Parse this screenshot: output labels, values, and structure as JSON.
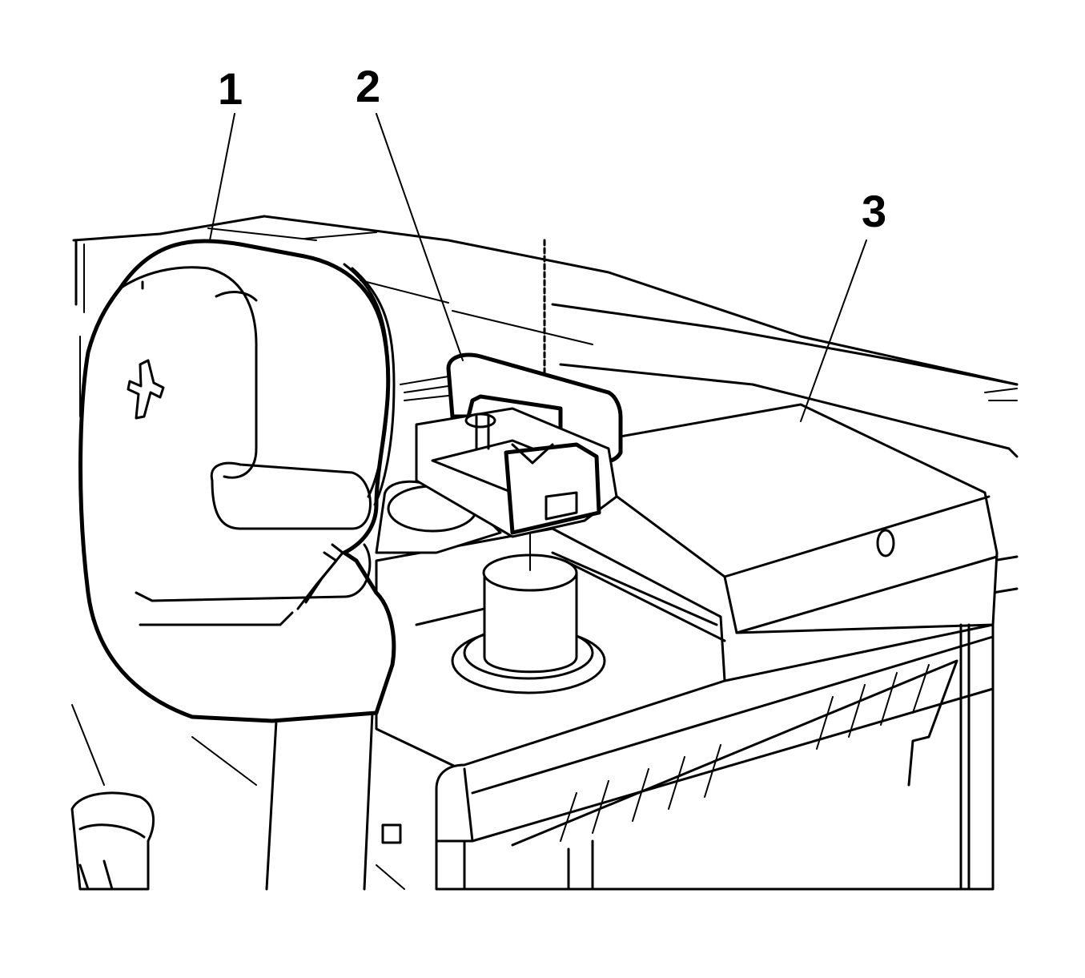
{
  "diagram": {
    "callouts": [
      {
        "id": "1",
        "label": "1",
        "part": "positive-terminal-cover"
      },
      {
        "id": "2",
        "label": "2",
        "part": "battery-positive-cable-clamp"
      },
      {
        "id": "3",
        "label": "3",
        "part": "battery"
      }
    ],
    "cover_symbol": "+",
    "colors": {
      "line": "#000000",
      "background": "#ffffff"
    }
  }
}
